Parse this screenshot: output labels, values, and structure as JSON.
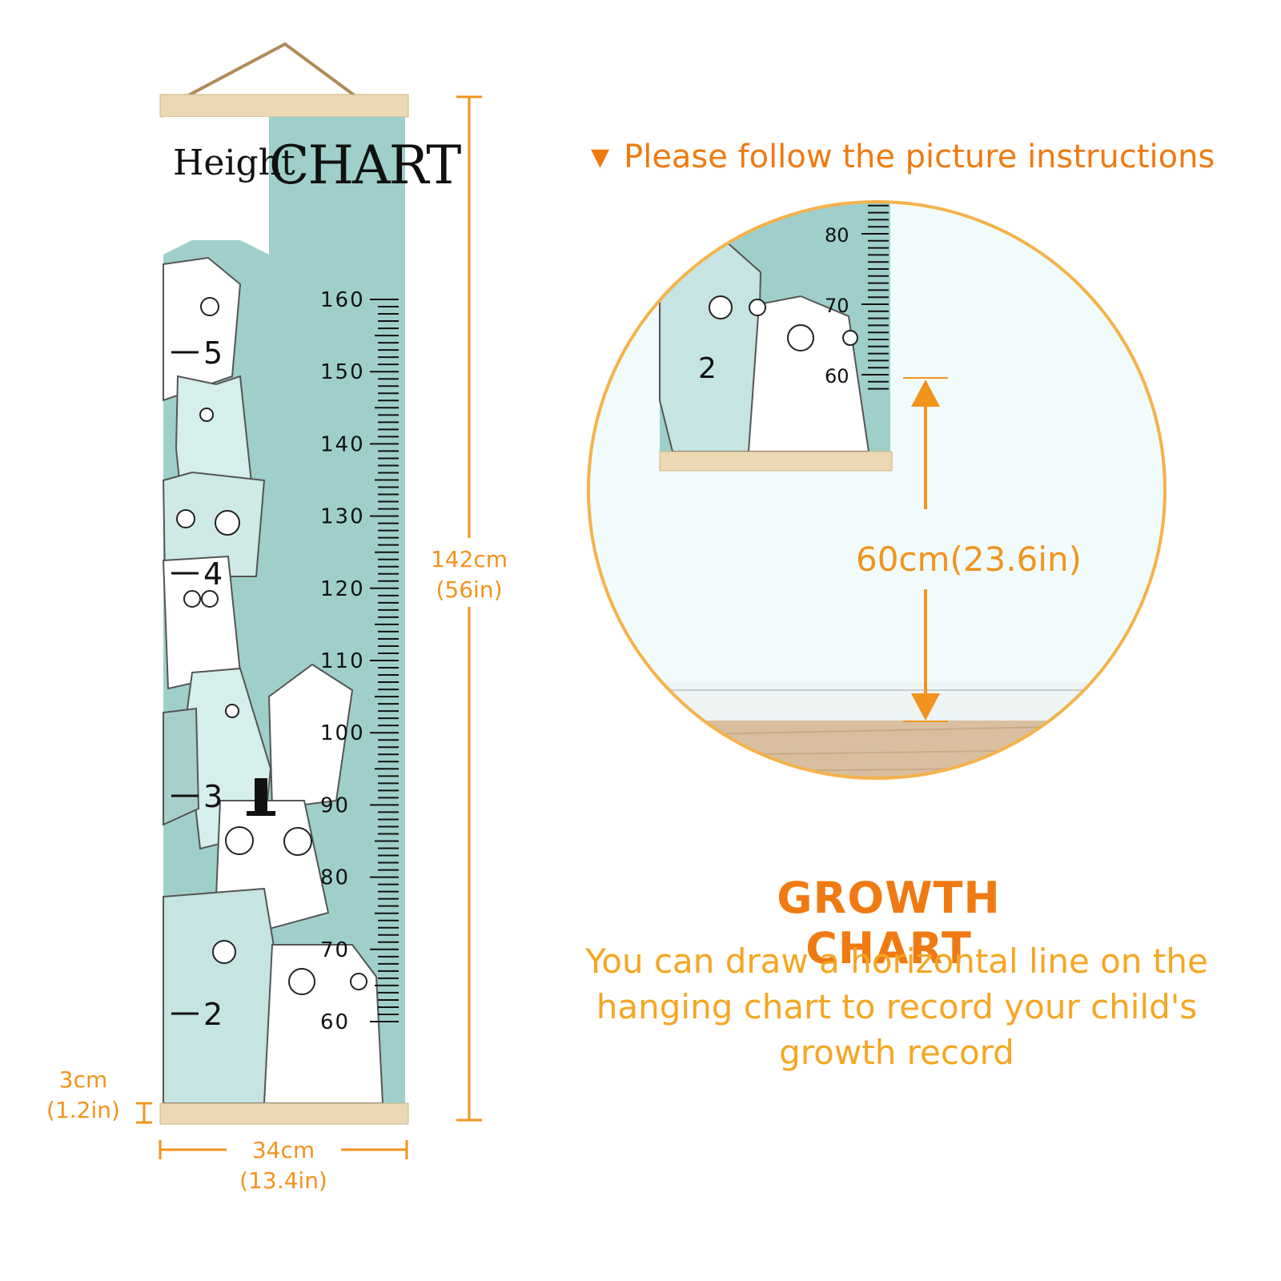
{
  "chart": {
    "title_part1": "Height",
    "title_part2": "CHART",
    "cm_labels": [
      "160",
      "150",
      "140",
      "130",
      "120",
      "110",
      "100",
      "90",
      "80",
      "70",
      "60"
    ],
    "ft_labels": [
      "5",
      "4",
      "3",
      "2"
    ]
  },
  "dimensions": {
    "height_cm": "142cm",
    "height_in": "(56in)",
    "width_cm": "34cm",
    "width_in": "(13.4in)",
    "rod_cm": "3cm",
    "rod_in": "(1.2in)"
  },
  "instruction": {
    "marker": "▼",
    "text": "Please follow the picture instructions"
  },
  "detail": {
    "labels": [
      "80",
      "70",
      "60"
    ],
    "ft_label": "2",
    "measurement": "60cm(23.6in)"
  },
  "growth": {
    "title": "GROWTH CHART",
    "description": "You can draw a horizontal line on the hanging chart to record your child's growth record"
  },
  "colors": {
    "accent": "#f2931d",
    "accent_dark": "#f07a12",
    "chart_bg": "#9fcfcb",
    "wood": "#ecd9b3",
    "floor": "#d9bfa0"
  }
}
